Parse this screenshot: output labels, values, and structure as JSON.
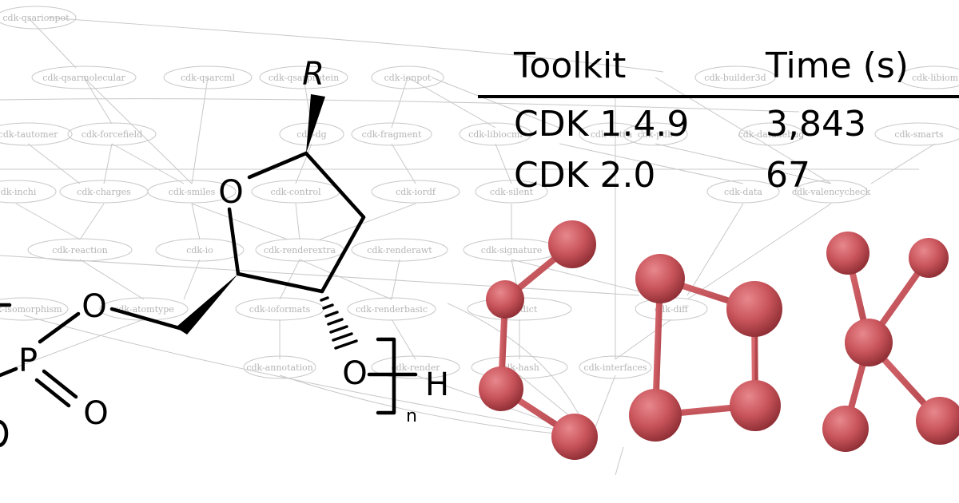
{
  "dependency_graph": {
    "nodes": [
      "cdk-qsarionpot",
      "cdk-qsarmolecular",
      "cdk-qsarcml",
      "cdk-qsarprotein",
      "cdk-ionpot",
      "cdk-builder3d",
      "cdk-libiom",
      "cdk-tautomer",
      "cdk-forcefield",
      "cdk-dg",
      "cdk-fragment",
      "cdk-libiocml",
      "cdk-extra",
      "cdk-pdb",
      "cdk-datadebug",
      "cdk-smarts",
      "cdk-inchi",
      "cdk-charges",
      "cdk-smiles",
      "cdk-control",
      "cdk-iordf",
      "cdk-silent",
      "cdk-data",
      "cdk-valencycheck",
      "cdk-reaction",
      "cdk-io",
      "cdk-renderextra",
      "cdk-renderawt",
      "cdk-signature",
      "cdk-isomorphism",
      "cdk-atomtype",
      "cdk-ioformats",
      "cdk-renderbasic",
      "cdk-dict",
      "cdk-diff",
      "cdk-annotation",
      "cdk-render",
      "cdk-hash",
      "cdk-interfaces"
    ]
  },
  "molecule": {
    "r_group": "R",
    "ring_oxygen": "O",
    "ester_oxygen": "O",
    "hydroxyl_oxygen": "O",
    "hydrogen": "H",
    "phosphorus": "P",
    "phosphate_oxygen": "O",
    "repeat_subscript": "n"
  },
  "timing_table": {
    "headers": [
      "Toolkit",
      "Time (s)"
    ],
    "rows": [
      {
        "toolkit": "CDK 1.4.9",
        "time": "3,843"
      },
      {
        "toolkit": "CDK 2.0",
        "time": "67"
      }
    ]
  },
  "colors": {
    "graph_line": "#c8c8c8",
    "graph_text": "#b5b5b5",
    "atom_ball": "#c9545b",
    "bond_stick": "#c64f56",
    "ink": "#000000"
  }
}
